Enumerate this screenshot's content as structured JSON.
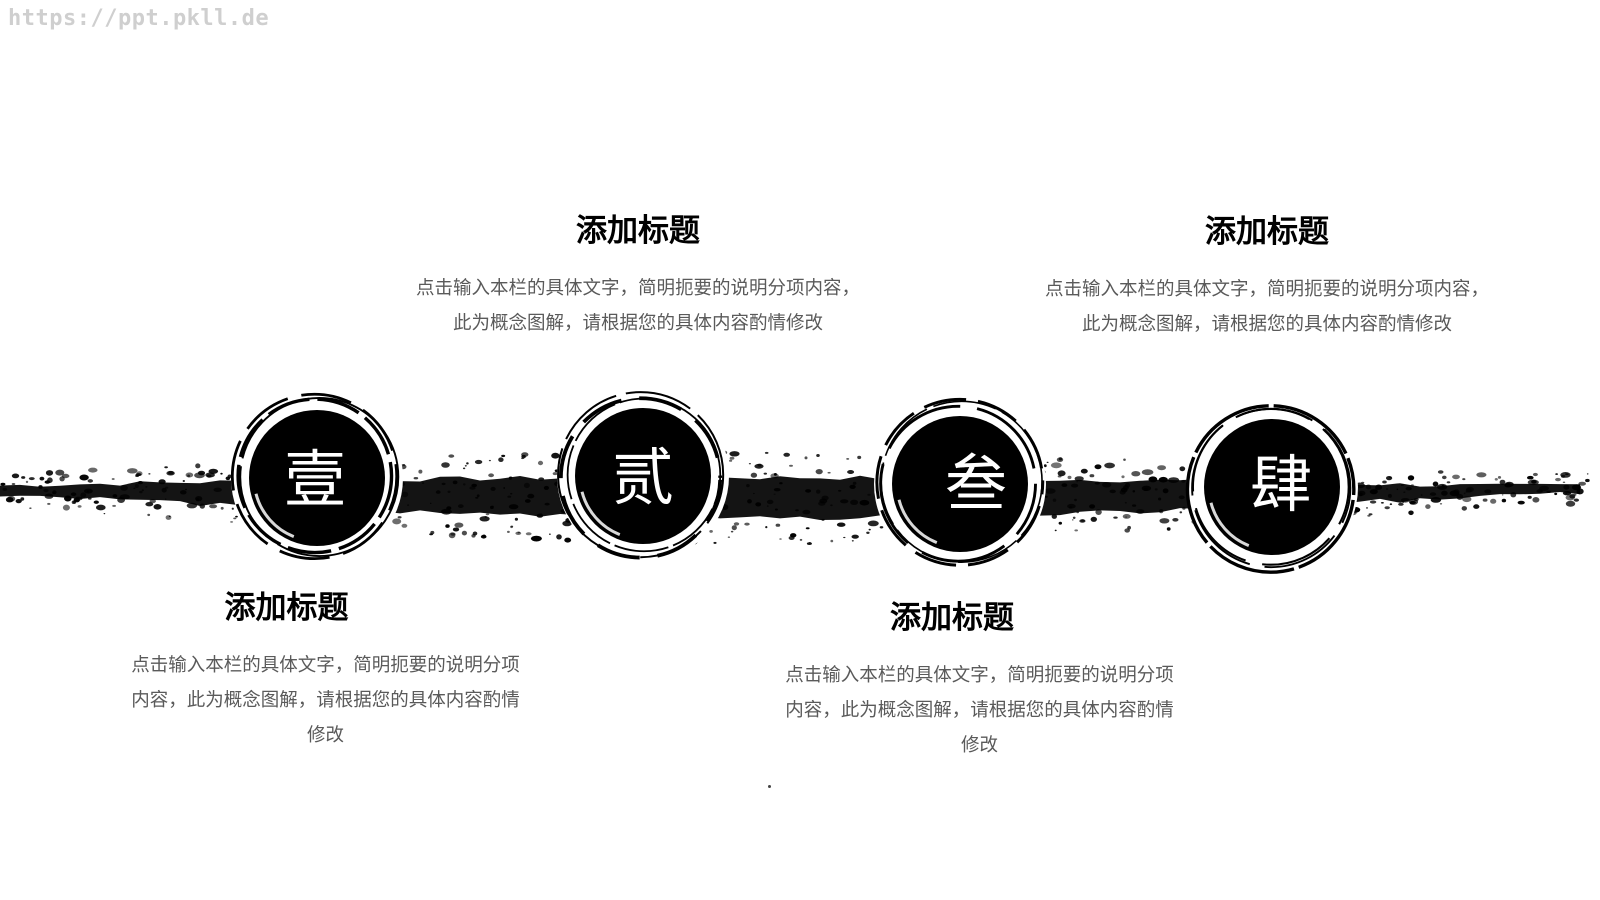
{
  "watermark": "https://ppt.pkll.de",
  "colors": {
    "ink": "#000000",
    "body_text": "#5a5a5a",
    "watermark": "#cfcfcf",
    "background": "#ffffff"
  },
  "icons": [
    "ink-brush-stroke",
    "ink-circle"
  ],
  "steps": [
    {
      "label": "壹",
      "title": "添加标题",
      "body": [
        "点击输入本栏的具体文字，简明扼要的说明分项",
        "内容，此为概念图解，请根据您的具体内容酌情",
        "修改"
      ]
    },
    {
      "label": "贰",
      "title": "添加标题",
      "body": [
        "点击输入本栏的具体文字，简明扼要的说明分项内容，",
        "此为概念图解，请根据您的具体内容酌情修改"
      ]
    },
    {
      "label": "叁",
      "title": "添加标题",
      "body": [
        "点击输入本栏的具体文字，简明扼要的说明分项",
        "内容，此为概念图解，请根据您的具体内容酌情",
        "修改"
      ]
    },
    {
      "label": "肆",
      "title": "添加标题",
      "body": [
        "点击输入本栏的具体文字，简明扼要的说明分项内容，",
        "此为概念图解，请根据您的具体内容酌情修改"
      ]
    }
  ]
}
